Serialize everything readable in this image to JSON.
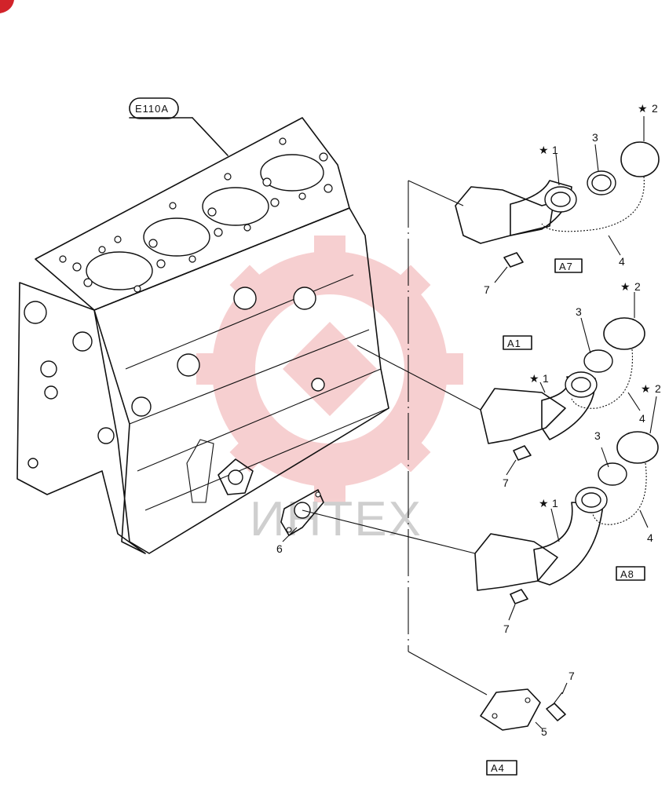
{
  "diagram": {
    "section_code": "E110A",
    "group_codes": {
      "a7": "A7",
      "a1": "A1",
      "a8": "A8",
      "a4": "A4"
    },
    "callouts": {
      "top_1": "1",
      "top_2": "2",
      "top_3": "3",
      "top_4": "4",
      "top_7": "7",
      "mid_1": "1",
      "mid_2": "2",
      "mid_3": "3",
      "mid_4": "4",
      "mid_7": "7",
      "low_1": "1",
      "low_2": "2",
      "low_3": "3",
      "low_4": "4",
      "low_7": "7",
      "plate_5": "5",
      "bolt_7": "7",
      "gasket_6": "6"
    },
    "star_symbol": "★",
    "watermark": "ИНТЕХ",
    "colors": {
      "ink": "#111111",
      "watermark": "#e8787c",
      "corner_marker": "#d2232a"
    }
  }
}
